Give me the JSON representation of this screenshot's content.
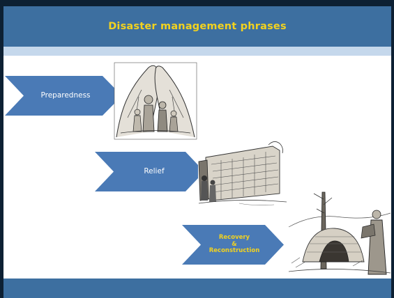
{
  "slide": {
    "title": "Disaster management phrases",
    "colors": {
      "title_bar": "#3d6fa0",
      "title_text": "#f2d21f",
      "band": "#c5d8ec",
      "chevron_fill": "#4a7ab6",
      "chevron_text": "#ffffff",
      "outer": "#0d2033"
    }
  },
  "phases": [
    {
      "label": "Preparedness",
      "illustration": "hands-sheltering-family-sketch"
    },
    {
      "label": "Relief",
      "illustration": "relief-supplies-crowd-sketch"
    },
    {
      "label_line1": "Recovery",
      "label_line2": "&",
      "label_line3": "Reconstruction",
      "illustration": "rebuilding-shelter-sketch"
    }
  ]
}
